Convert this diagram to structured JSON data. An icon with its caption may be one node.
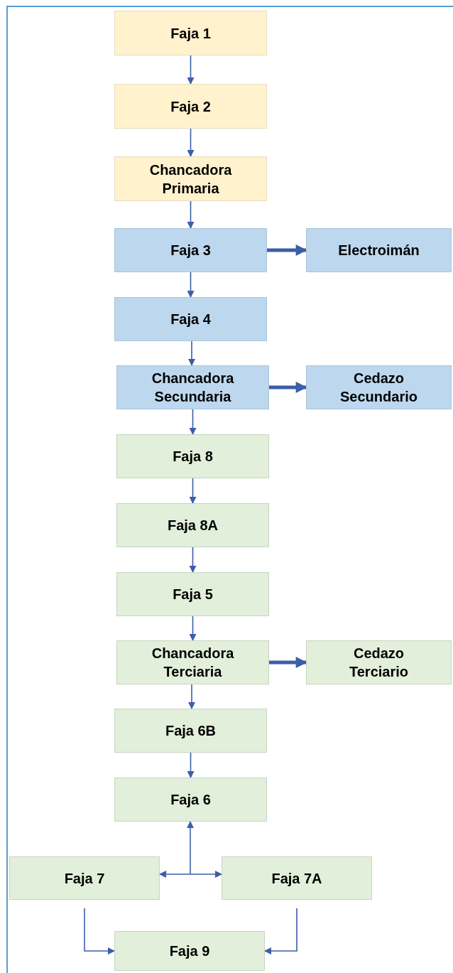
{
  "diagram": {
    "nodes": [
      {
        "text": [
          "Faja 1"
        ]
      },
      {
        "text": [
          "Faja 2"
        ]
      },
      {
        "text": [
          "Chancadora Primaria"
        ]
      },
      {
        "text": [
          "Faja 3"
        ]
      },
      {
        "text": [
          "Electroimán"
        ]
      },
      {
        "text": [
          "Faja 4"
        ]
      },
      {
        "text": [
          "Chancadora Secundaria"
        ]
      },
      {
        "text": [
          "Cedazo Secundario"
        ]
      },
      {
        "text": [
          "Faja 8"
        ]
      },
      {
        "text": [
          "Faja 8A"
        ]
      },
      {
        "text": [
          "Faja 5"
        ]
      },
      {
        "text": [
          "Chancadora Terciaria"
        ]
      },
      {
        "text": [
          "Cedazo Terciario"
        ]
      },
      {
        "text": [
          "Faja 6B"
        ]
      },
      {
        "text": [
          "Faja 6"
        ]
      },
      {
        "text": [
          "Faja 7"
        ]
      },
      {
        "text": [
          "Faja 7A"
        ]
      },
      {
        "text": [
          "Faja 9"
        ]
      }
    ],
    "edges": [
      {
        "from": 0,
        "to": 1,
        "arrow": "to"
      },
      {
        "from": 1,
        "to": 2,
        "arrow": "to"
      },
      {
        "from": 2,
        "to": 3,
        "arrow": "to"
      },
      {
        "from": 3,
        "to": 4,
        "arrow": "to",
        "style": "thick"
      },
      {
        "from": 3,
        "to": 5,
        "arrow": "to"
      },
      {
        "from": 5,
        "to": 6,
        "arrow": "to"
      },
      {
        "from": 6,
        "to": 7,
        "arrow": "to",
        "style": "thick"
      },
      {
        "from": 6,
        "to": 8,
        "arrow": "to"
      },
      {
        "from": 8,
        "to": 9,
        "arrow": "to"
      },
      {
        "from": 9,
        "to": 10,
        "arrow": "to"
      },
      {
        "from": 10,
        "to": 11,
        "arrow": "to"
      },
      {
        "from": 11,
        "to": 12,
        "arrow": "to",
        "style": "thick"
      },
      {
        "from": 11,
        "to": 13,
        "arrow": "to"
      },
      {
        "from": 13,
        "to": 14,
        "arrow": "to"
      },
      {
        "from": null,
        "to": 14,
        "arrow": "to"
      },
      {
        "from": null,
        "to": 15,
        "arrow": "to"
      },
      {
        "from": null,
        "to": 16,
        "arrow": "to"
      },
      {
        "from": 15,
        "to": 17,
        "arrow": "to"
      },
      {
        "from": 16,
        "to": 17,
        "arrow": "to"
      }
    ]
  }
}
